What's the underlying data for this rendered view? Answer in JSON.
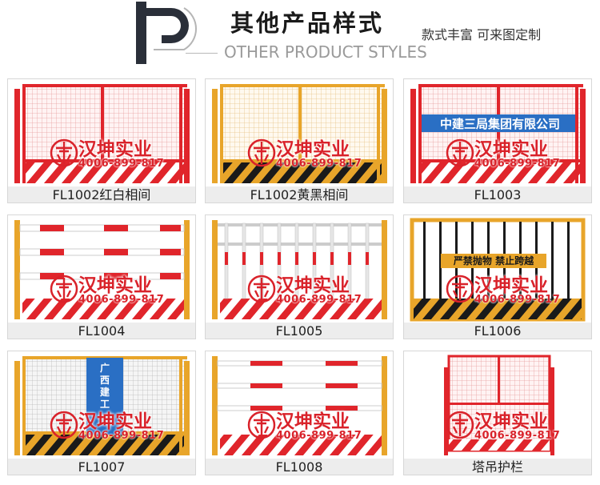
{
  "header": {
    "title": "其他产品样式",
    "subtitle": "款式丰富   可来图定制",
    "en_title": "OTHER PRODUCT STYLES"
  },
  "watermark": {
    "brand": "汉坤实业",
    "phone": "4006-899-817"
  },
  "products": [
    {
      "caption": "FL1002红白相间"
    },
    {
      "caption": "FL1002黄黑相间"
    },
    {
      "caption": "FL1003",
      "sign": "中建三局集团有限公司"
    },
    {
      "caption": "FL1004"
    },
    {
      "caption": "FL1005"
    },
    {
      "caption": "FL1006",
      "sign": "严禁抛物  禁止跨越"
    },
    {
      "caption": "FL1007",
      "sign": "广西建工"
    },
    {
      "caption": "FL1008"
    },
    {
      "caption": "塔吊护栏"
    }
  ],
  "colors": {
    "red": "#e0252b",
    "yellow": "#e8a52a",
    "black": "#1a1a1a",
    "blue": "#2a6fc4"
  }
}
